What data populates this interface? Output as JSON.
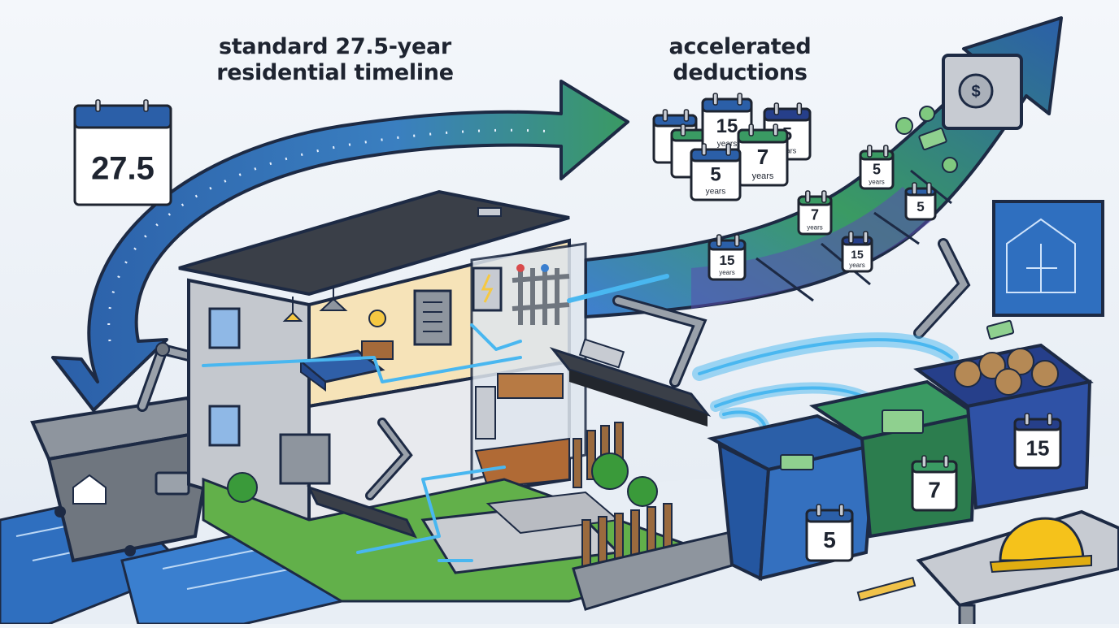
{
  "headings": {
    "standard_line1": "standard 27.5-year",
    "standard_line2": "residential timeline",
    "accelerated_line1": "accelerated",
    "accelerated_line2": "deductions"
  },
  "calendars": {
    "big": "27.5",
    "cluster": [
      {
        "num": "15",
        "sub": "years"
      },
      {
        "num": "5",
        "sub": "years"
      },
      {
        "num": "7",
        "sub": "years"
      },
      {
        "num": "5",
        "sub": "years"
      }
    ],
    "arrow_band": [
      {
        "num": "15",
        "sub": "years"
      },
      {
        "num": "7",
        "sub": "years"
      },
      {
        "num": "15",
        "sub": "years"
      },
      {
        "num": "5",
        "sub": "years"
      },
      {
        "num": "5",
        "sub": ""
      }
    ],
    "bins": [
      "5",
      "7",
      "15"
    ]
  },
  "colors": {
    "blue": "#2b5fa8",
    "blue_dark": "#1f4c8f",
    "green": "#3a9a63",
    "green_dark": "#2c7d4e",
    "navy": "#263f8a",
    "stream": "#49b7f0",
    "ink": "#1e2430"
  },
  "icons": [
    "house-icon",
    "dollar-icon",
    "lightning-icon",
    "calendar-icon",
    "hard-hat-icon"
  ]
}
